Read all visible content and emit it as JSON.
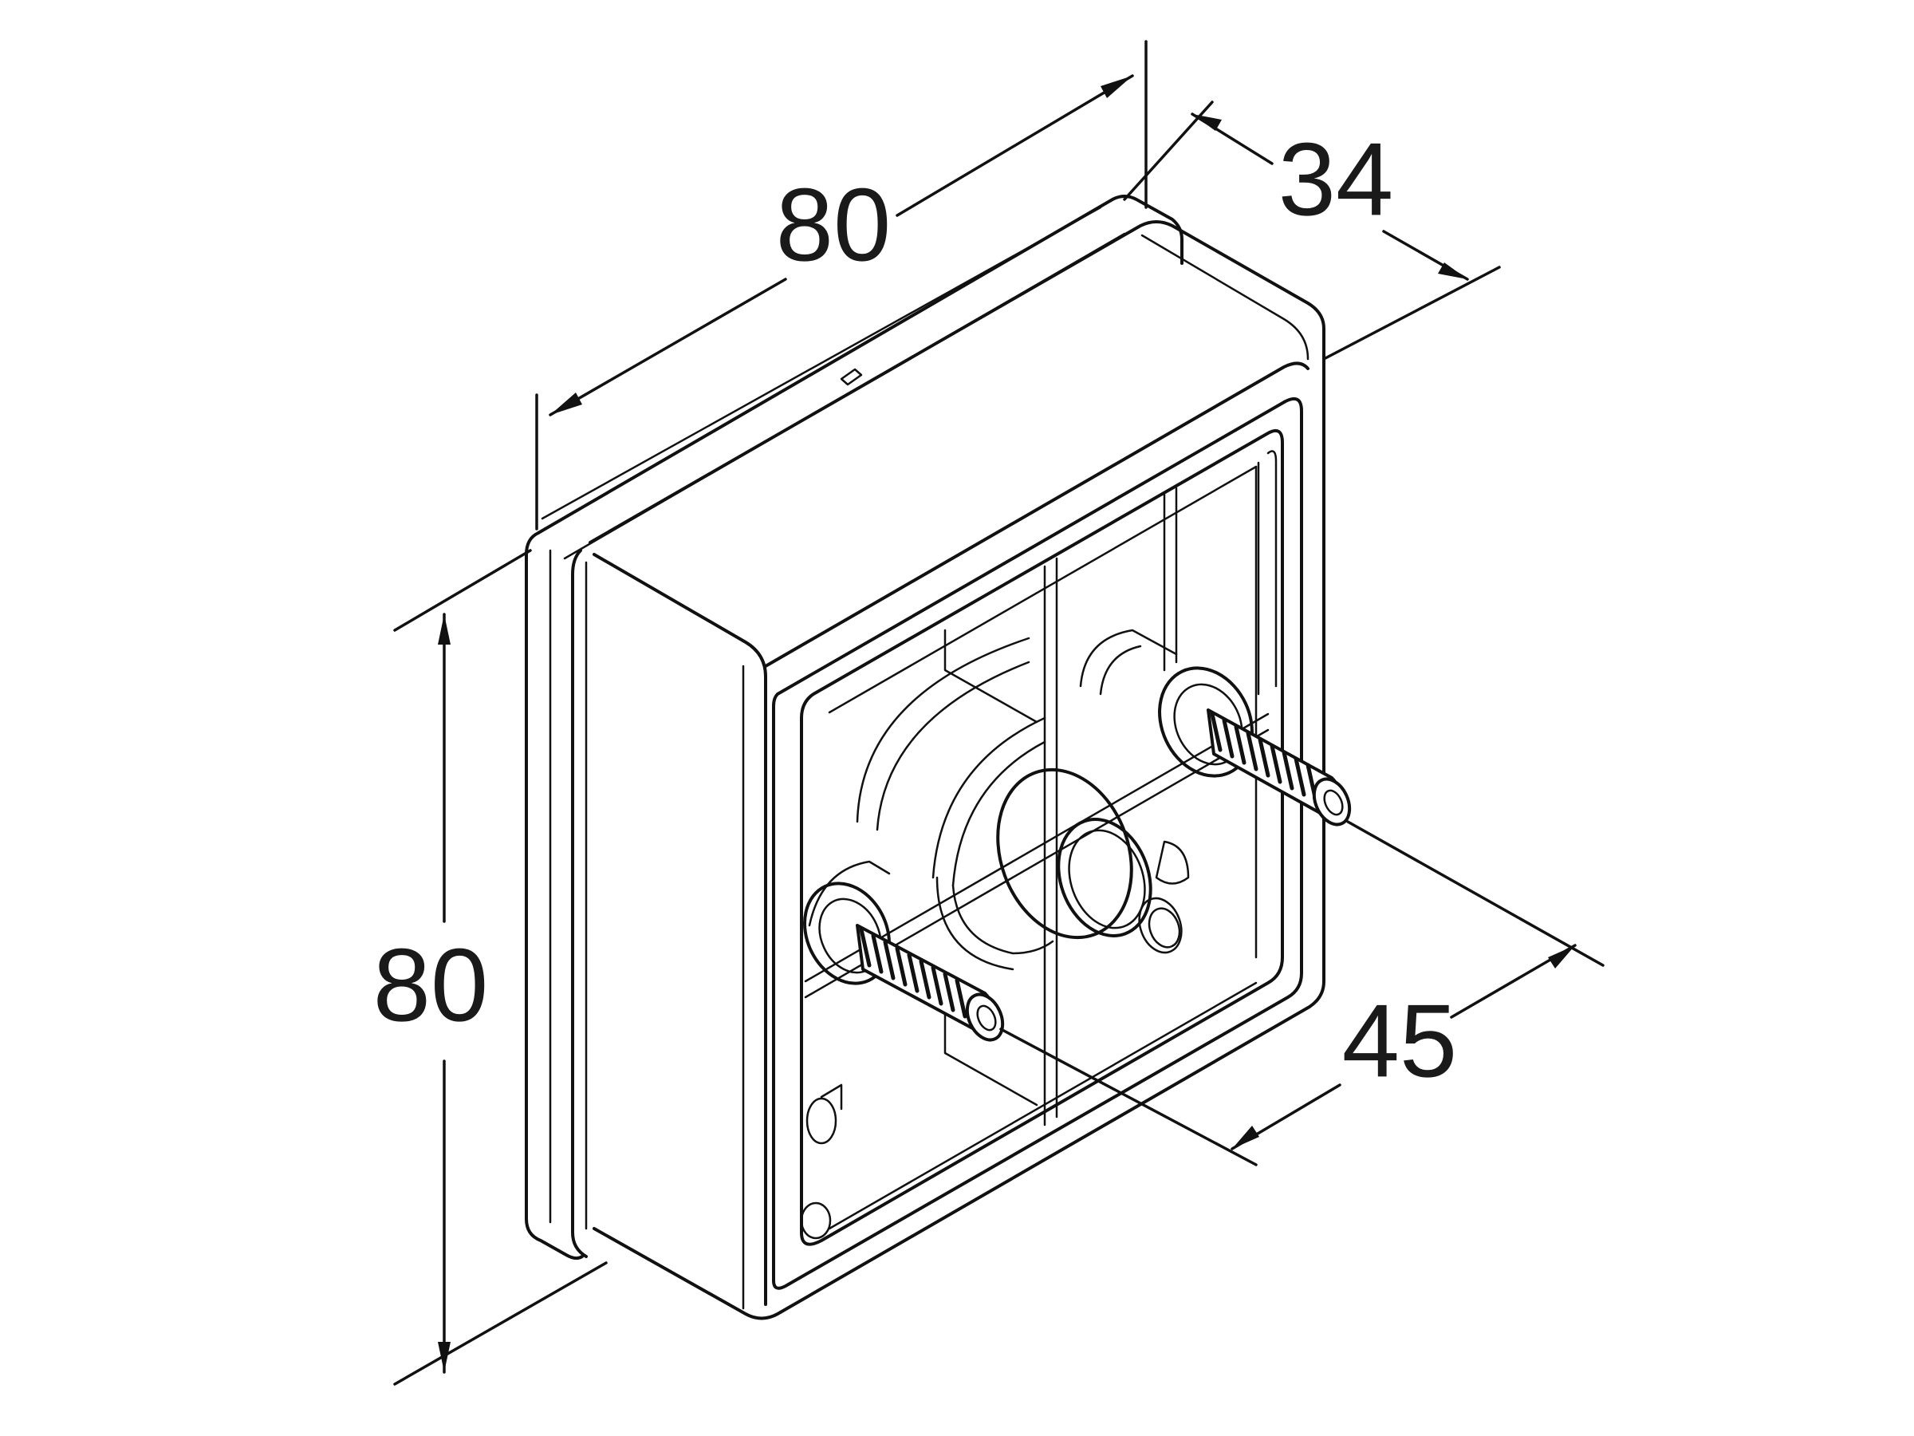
{
  "drawing": {
    "colors": {
      "line": "#111111",
      "background": "#ffffff"
    },
    "dimensions": {
      "width_label": "80",
      "height_label": "80",
      "depth_label": "34",
      "bolt_spacing_label": "45"
    }
  }
}
